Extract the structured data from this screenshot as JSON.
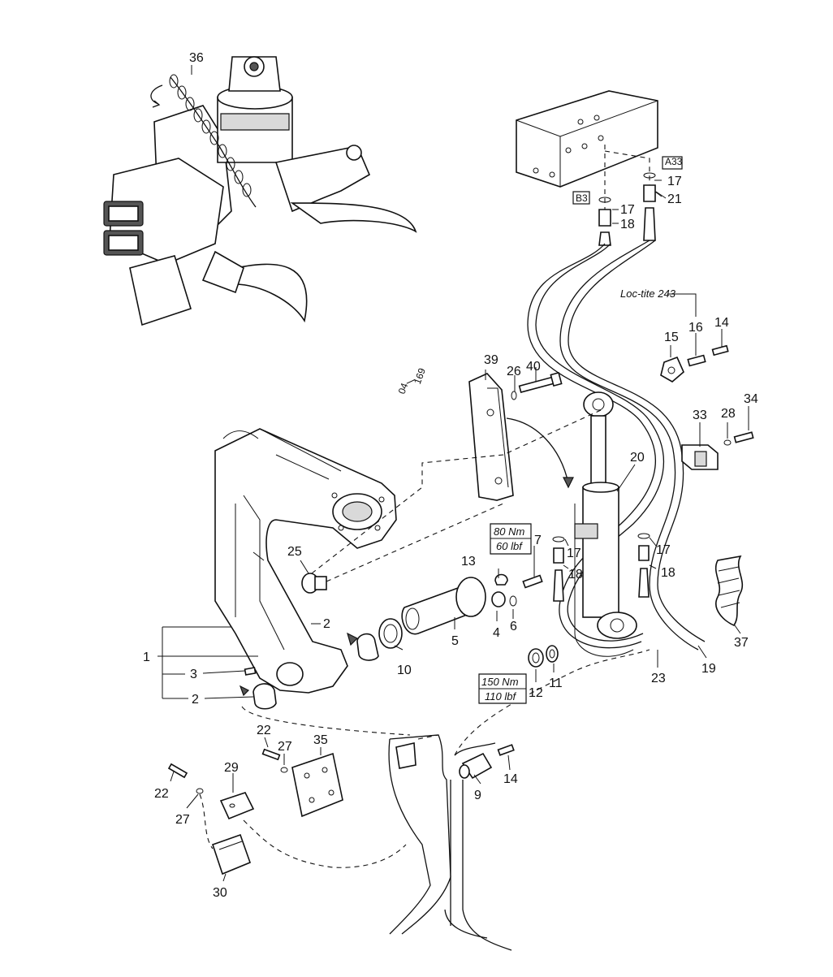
{
  "callouts": {
    "c36": "36",
    "c39": "39",
    "c26": "26",
    "c40": "40",
    "c15": "15",
    "c16": "16",
    "c14a": "14",
    "c33": "33",
    "c28": "28",
    "c34": "34",
    "c20": "20",
    "c17a": "17",
    "c21": "21",
    "c17b": "17",
    "c18a": "18",
    "c7": "7",
    "c13": "13",
    "c17c": "17",
    "c18b": "18",
    "c17d": "17",
    "c18c": "18",
    "c25": "25",
    "c2a": "2",
    "c1": "1",
    "c3": "3",
    "c2b": "2",
    "c10": "10",
    "c5": "5",
    "c4": "4",
    "c6": "6",
    "c12": "12",
    "c11": "11",
    "c23": "23",
    "c19": "19",
    "c37": "37",
    "c22a": "22",
    "c27a": "27",
    "c35": "35",
    "c29": "29",
    "c22b": "22",
    "c27b": "27",
    "c30": "30",
    "c9": "9",
    "c14b": "14"
  },
  "labels": {
    "a33": "A33",
    "b3": "B3",
    "loctite": "Loc-tite 243",
    "torque_80_nm": "80 Nm",
    "torque_60_lbf": "60 lbf",
    "torque_150_nm": "150 Nm",
    "torque_110_lbf": "110 lbf",
    "ref_top": "04",
    "ref_bottom": "169"
  }
}
